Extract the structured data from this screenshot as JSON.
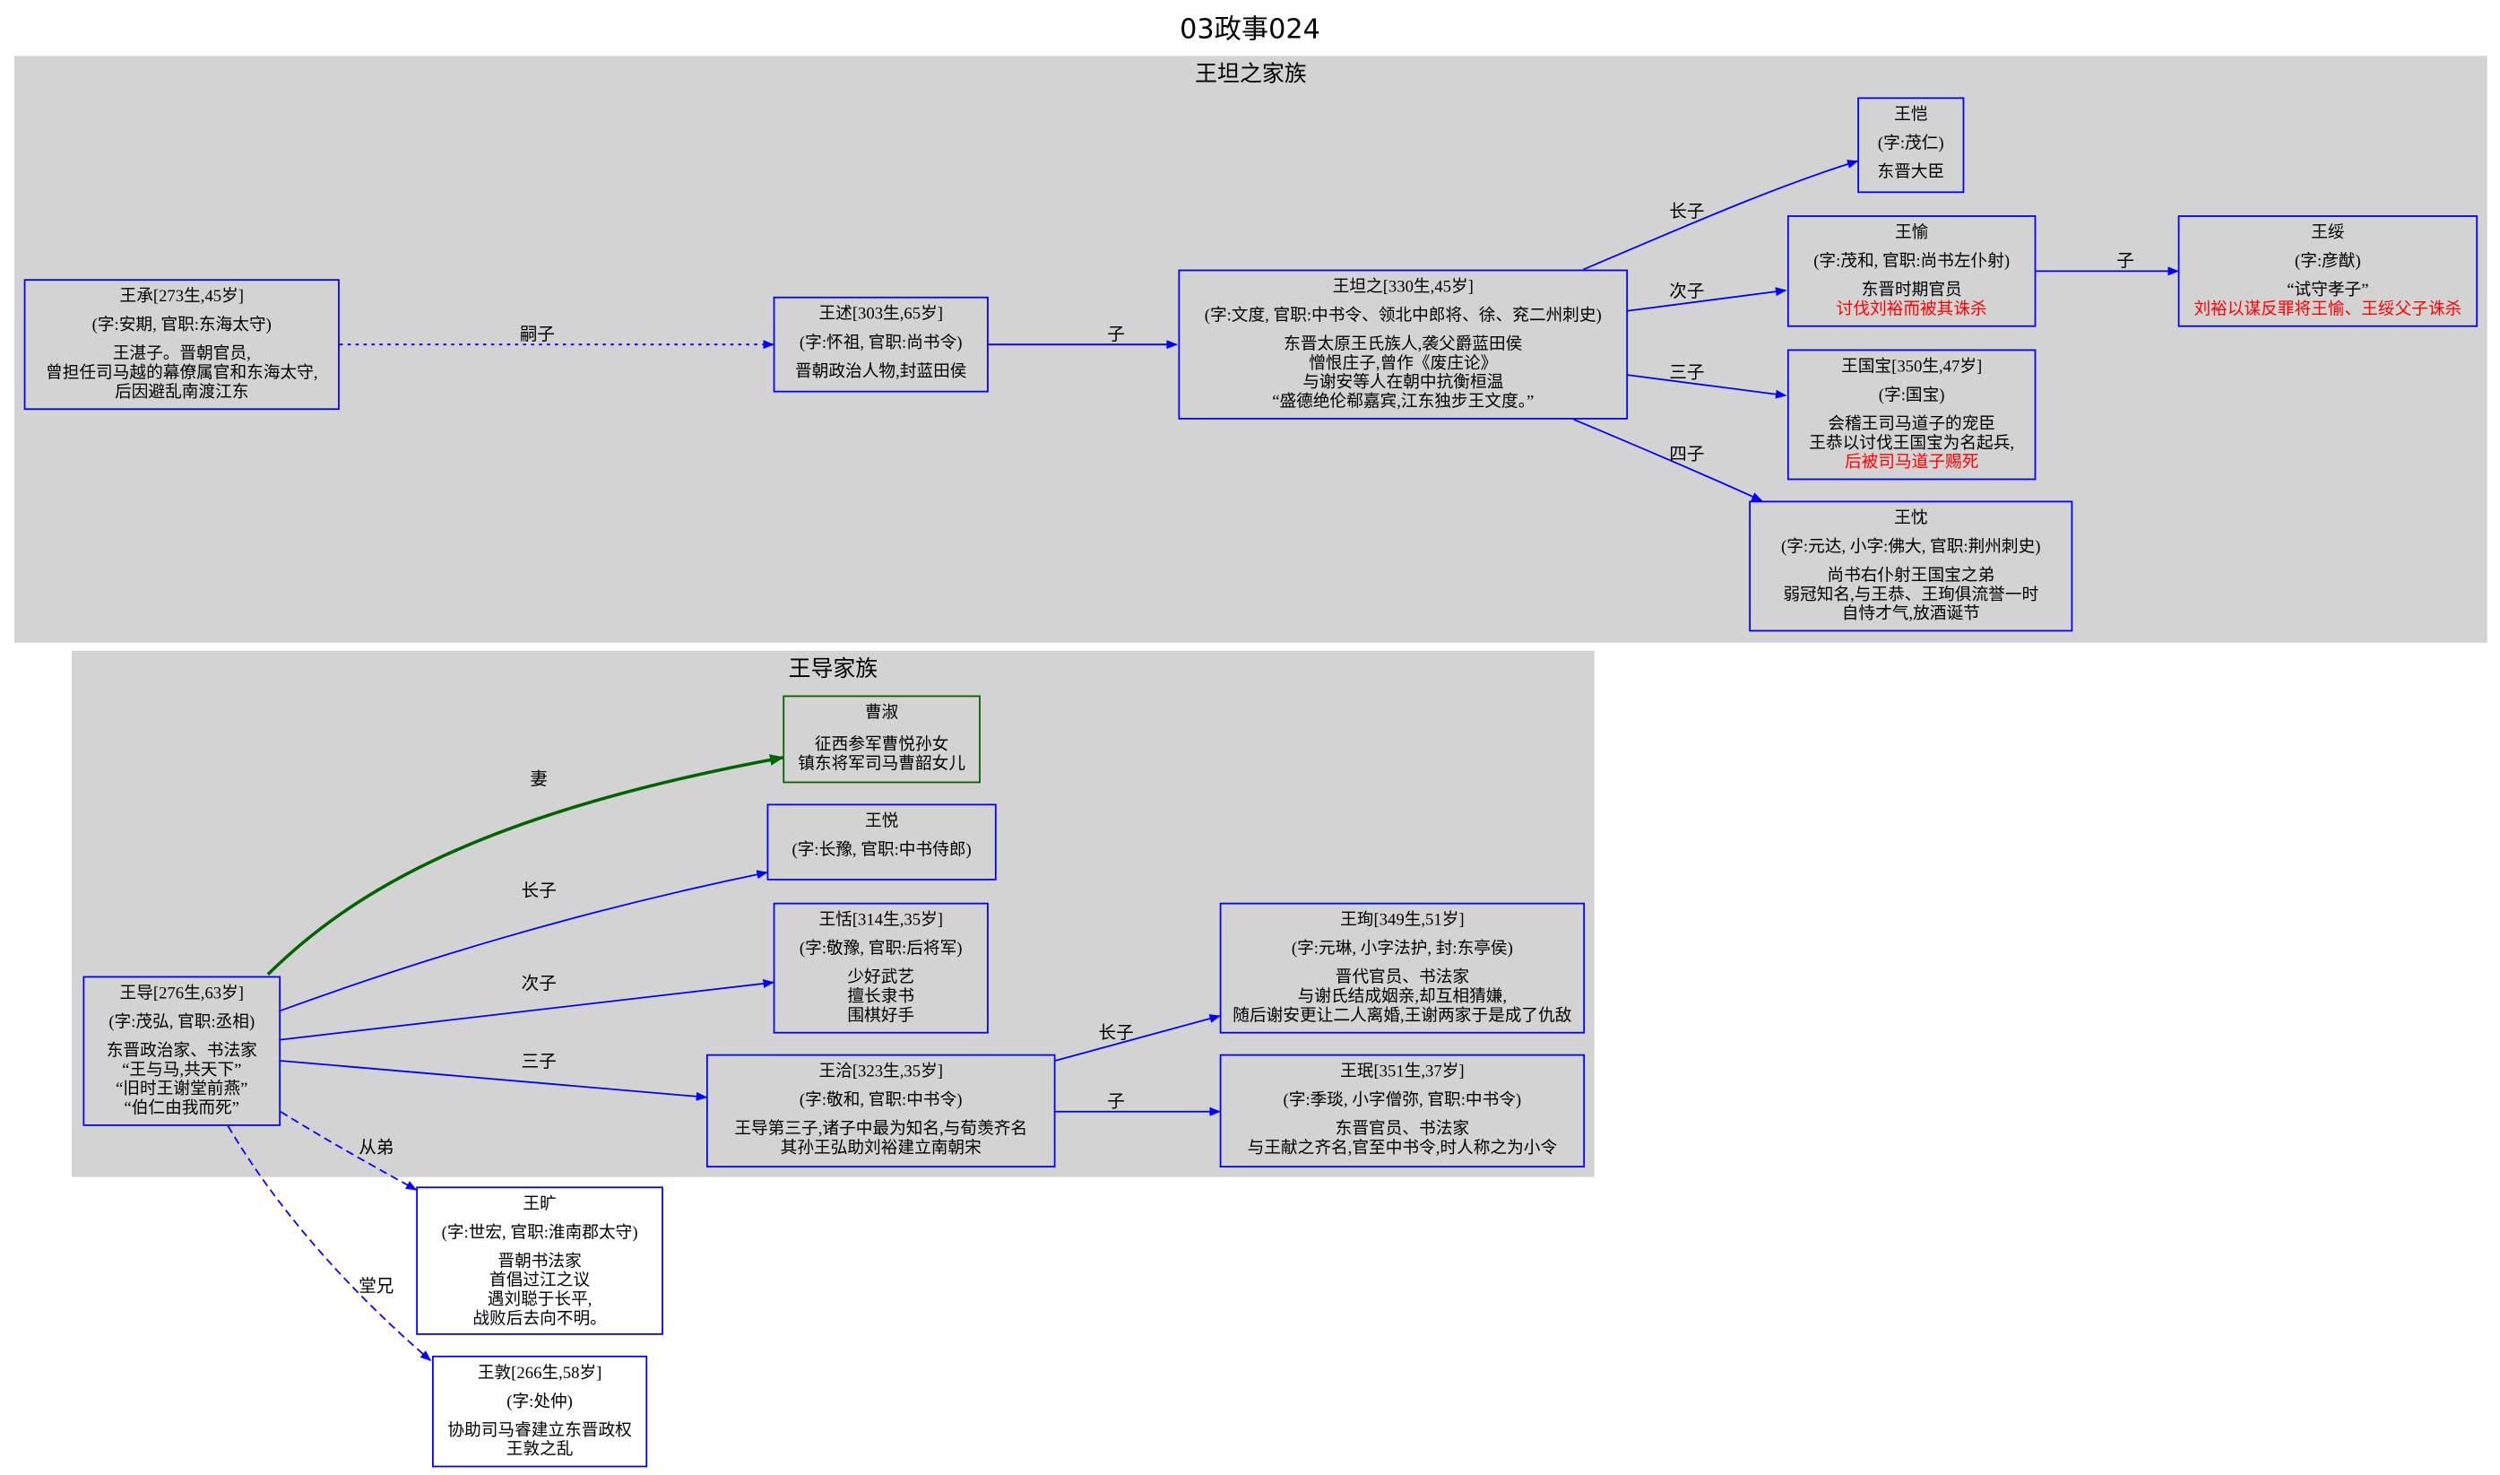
{
  "title": "03政事024",
  "clusters": {
    "wangtanzhi": {
      "label": "王坦之家族"
    },
    "wangdao": {
      "label": "王导家族"
    }
  },
  "nodes": {
    "wangcheng": {
      "title": "王承[273生,45岁]",
      "sub": "(字:安期, 官职:东海太守)",
      "desc": "王湛子。晋朝官员,\n曾担任司马越的幕僚属官和东海太守,\n后因避乱南渡江东"
    },
    "wangshu": {
      "title": "王述[303生,65岁]",
      "sub": "(字:怀祖, 官职:尚书令)",
      "desc": "晋朝政治人物,封蓝田侯"
    },
    "wangtanzhi": {
      "title": "王坦之[330生,45岁]",
      "sub": "(字:文度, 官职:中书令、领北中郎将、徐、兖二州刺史)",
      "desc": "东晋太原王氏族人,袭父爵蓝田侯\n憎恨庄子,曾作《废庄论》\n与谢安等人在朝中抗衡桓温\n“盛德绝伦郗嘉宾,江东独步王文度。”"
    },
    "wangkai": {
      "title": "王恺",
      "sub": "(字:茂仁)",
      "desc": "东晋大臣"
    },
    "wangyu": {
      "title": "王愉",
      "sub": "(字:茂和, 官职:尚书左仆射)",
      "desc": "东晋时期官员",
      "desc_red": "讨伐刘裕而被其诛杀"
    },
    "wangsui": {
      "title": "王绥",
      "sub": "(字:彦猷)",
      "desc": "“试守孝子”",
      "desc_red": "刘裕以谋反罪将王愉、王绥父子诛杀"
    },
    "wangguobao": {
      "title": "王国宝[350生,47岁]",
      "sub": "(字:国宝)",
      "desc": "会稽王司马道子的宠臣\n王恭以讨伐王国宝为名起兵,",
      "desc_red": "后被司马道子赐死"
    },
    "wangchen": {
      "title": "王忱",
      "sub": "(字:元达, 小字:佛大, 官职:荆州刺史)",
      "desc": "尚书右仆射王国宝之弟\n弱冠知名,与王恭、王珣俱流誉一时\n自恃才气,放酒诞节"
    },
    "caoshu": {
      "title": "曹淑",
      "desc": "征西参军曹悦孙女\n镇东将军司马曹韶女儿"
    },
    "wangyue": {
      "title": "王悦",
      "sub": "(字:长豫, 官职:中书侍郎)"
    },
    "wangtian": {
      "title": "王恬[314生,35岁]",
      "sub": "(字:敬豫, 官职:后将军)",
      "desc": "少好武艺\n擅长隶书\n围棋好手"
    },
    "wangdao": {
      "title": "王导[276生,63岁]",
      "sub": "(字:茂弘, 官职:丞相)",
      "desc": "东晋政治家、书法家\n“王与马,共天下”\n“旧时王谢堂前燕”\n“伯仁由我而死”"
    },
    "wangqia": {
      "title": "王洽[323生,35岁]",
      "sub": "(字:敬和, 官职:中书令)",
      "desc": "王导第三子,诸子中最为知名,与荀羡齐名\n其孙王弘助刘裕建立南朝宋"
    },
    "wangxun": {
      "title": "王珣[349生,51岁]",
      "sub": "(字:元琳, 小字法护, 封:东亭侯)",
      "desc": "晋代官员、书法家\n与谢氏结成姻亲,却互相猜嫌,\n随后谢安更让二人离婚,王谢两家于是成了仇敌"
    },
    "wangmin": {
      "title": "王珉[351生,37岁]",
      "sub": "(字:季琰, 小字僧弥, 官职:中书令)",
      "desc": "东晋官员、书法家\n与王献之齐名,官至中书令,时人称之为小令"
    },
    "wangkuang": {
      "title": "王旷",
      "sub": "(字:世宏, 官职:淮南郡太守)",
      "desc": "晋朝书法家\n首倡过江之议\n遇刘聪于长平,\n战败后去向不明。"
    },
    "wangdun": {
      "title": "王敦[266生,58岁]",
      "sub": "(字:处仲)",
      "desc": "协助司马睿建立东晋政权\n王敦之乱"
    }
  },
  "edges": {
    "wangcheng_wangshu": "嗣子",
    "wangshu_wangtanzhi": "子",
    "wangtanzhi_wangkai": "长子",
    "wangtanzhi_wangyu": "次子",
    "wangtanzhi_wangguobao": "三子",
    "wangtanzhi_wangchen": "四子",
    "wangyu_wangsui": "子",
    "wangdao_caoshu": "妻",
    "wangdao_wangyue": "长子",
    "wangdao_wangtian": "次子",
    "wangdao_wangqia": "三子",
    "wangqia_wangxun": "长子",
    "wangqia_wangmin": "子",
    "wangdao_wangkuang": "从弟",
    "wangdao_wangdun": "堂兄"
  },
  "colors": {
    "cluster_fill": "#d3d3d3",
    "node_border": "#0000ff",
    "spouse_border": "#006400",
    "edge_blue": "#0000ff",
    "edge_spouse": "#006400",
    "highlight_text": "#ff0000"
  }
}
